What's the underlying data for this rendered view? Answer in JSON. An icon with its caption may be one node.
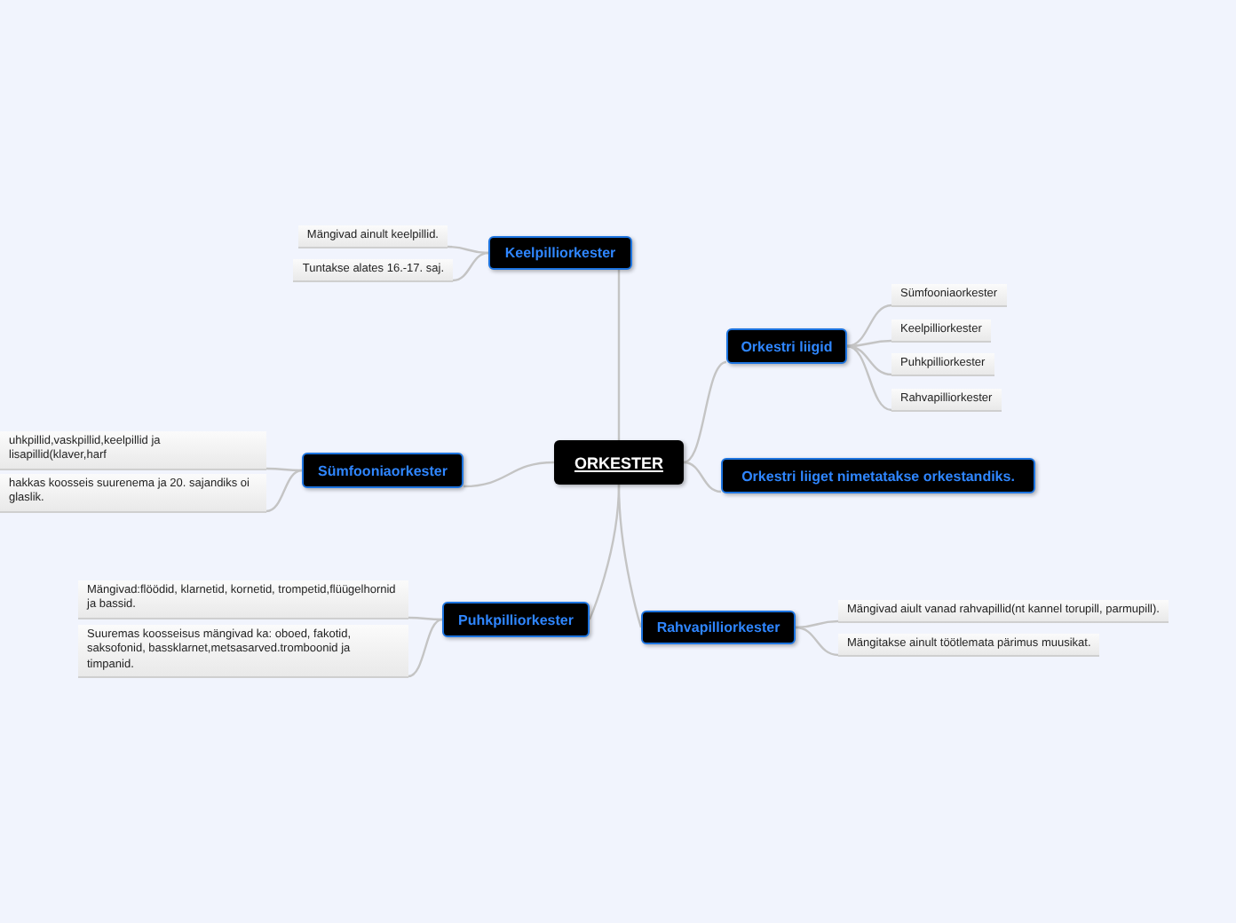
{
  "diagram": {
    "nodes": [
      {
        "text": [
          "ORKESTER"
        ]
      },
      {
        "text": [
          "Keelpilliorkester"
        ]
      },
      {
        "text": [
          "Mängivad ainult keelpillid."
        ]
      },
      {
        "text": [
          "Tuntakse alates 16.-17. saj."
        ]
      },
      {
        "text": [
          "Orkestri liigid"
        ]
      },
      {
        "text": [
          "Sümfooniaorkester"
        ]
      },
      {
        "text": [
          "Keelpilliorkester"
        ]
      },
      {
        "text": [
          "Puhkpilliorkester"
        ]
      },
      {
        "text": [
          "Rahvapilliorkester"
        ]
      },
      {
        "text": [
          "Sümfooniaorkester"
        ]
      },
      {
        "text": [
          "uhkpillid,vaskpillid,keelpillid ja lisapillid(klaver,harf"
        ]
      },
      {
        "text": [
          "hakkas koosseis suurenema ja 20. sajandiks oi glaslik."
        ]
      },
      {
        "text": [
          "Orkestri liiget nimetatakse orkestandiks."
        ]
      },
      {
        "text": [
          "Puhkpilliorkester"
        ]
      },
      {
        "text": [
          "Mängivad:flöödid, klarnetid, kornetid, trompetid,flüügelhornid ja bassid."
        ]
      },
      {
        "text": [
          "Suuremas koosseisus mängivad ka: oboed, fakotid, saksofonid, bassklarnet,metsasarved.tromboonid ja timpanid."
        ]
      },
      {
        "text": [
          "Rahvapilliorkester"
        ]
      },
      {
        "text": [
          "Mängivad aiult vanad rahvapillid(nt kannel torupill, parmupill)."
        ]
      },
      {
        "text": [
          "Mängitakse ainult töötlemata pärimus muusikat."
        ]
      }
    ],
    "edges": [
      {
        "from": 0,
        "to": 1,
        "arrow": "none"
      },
      {
        "from": 1,
        "to": 2,
        "arrow": "none"
      },
      {
        "from": 1,
        "to": 3,
        "arrow": "none"
      },
      {
        "from": 0,
        "to": 4,
        "arrow": "none"
      },
      {
        "from": 4,
        "to": 5,
        "arrow": "none"
      },
      {
        "from": 4,
        "to": 6,
        "arrow": "none"
      },
      {
        "from": 4,
        "to": 7,
        "arrow": "none"
      },
      {
        "from": 4,
        "to": 8,
        "arrow": "none"
      },
      {
        "from": 0,
        "to": 9,
        "arrow": "none"
      },
      {
        "from": 9,
        "to": 10,
        "arrow": "none"
      },
      {
        "from": 9,
        "to": 11,
        "arrow": "none"
      },
      {
        "from": 0,
        "to": 12,
        "arrow": "none"
      },
      {
        "from": 0,
        "to": 13,
        "arrow": "none"
      },
      {
        "from": 13,
        "to": 14,
        "arrow": "none"
      },
      {
        "from": 13,
        "to": 15,
        "arrow": "none"
      },
      {
        "from": 0,
        "to": 16,
        "arrow": "none"
      },
      {
        "from": 16,
        "to": 17,
        "arrow": "none"
      },
      {
        "from": 16,
        "to": 18,
        "arrow": "none"
      }
    ]
  }
}
